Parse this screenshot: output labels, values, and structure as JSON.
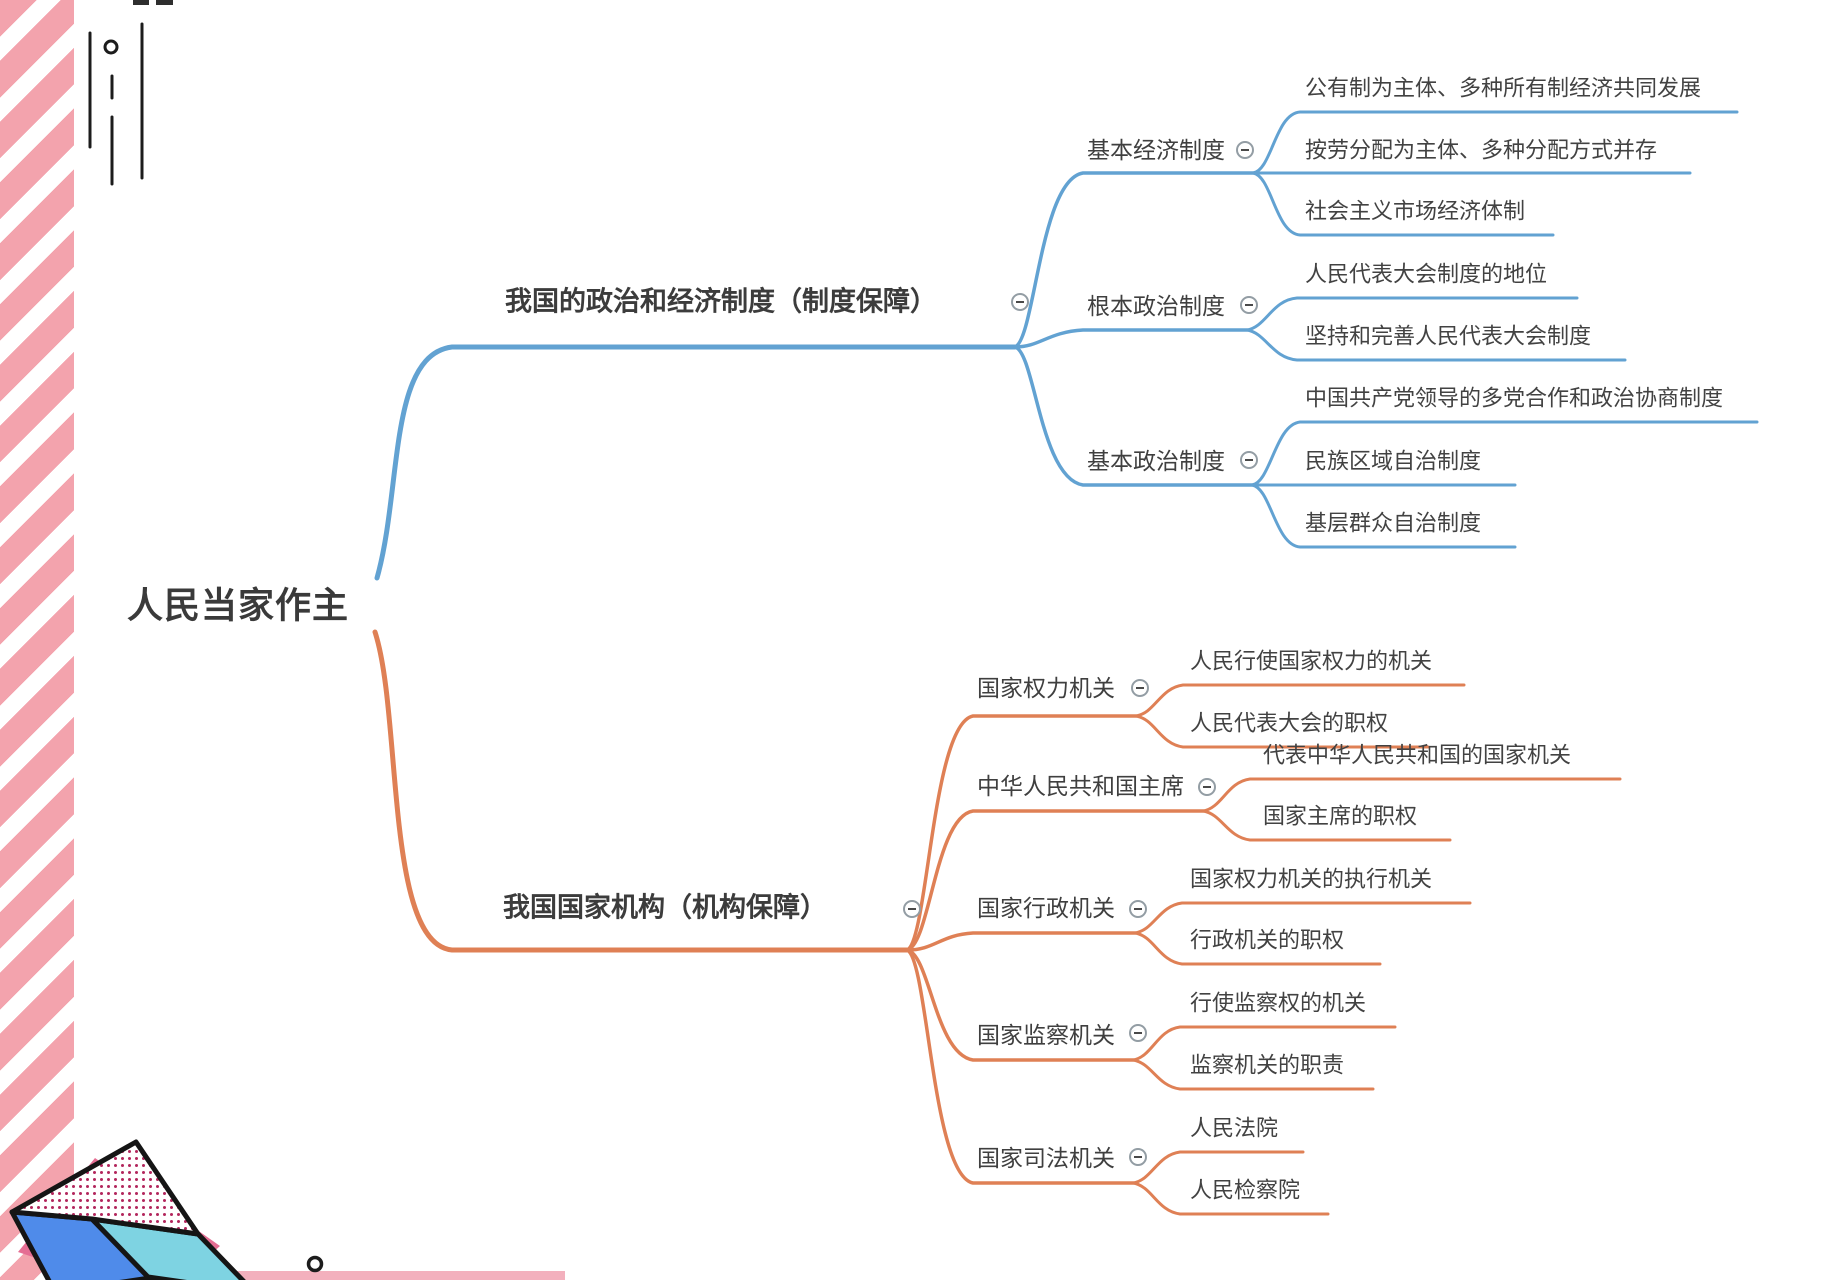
{
  "mindmap": {
    "root": {
      "label": "人民当家作主"
    },
    "branches": [
      {
        "label": "我国的政治和经济制度（制度保障）",
        "color": "#62a2d2",
        "children": [
          {
            "label": "基本经济制度",
            "leaves": [
              "公有制为主体、多种所有制经济共同发展",
              "按劳分配为主体、多种分配方式并存",
              "社会主义市场经济体制"
            ]
          },
          {
            "label": "根本政治制度",
            "leaves": [
              "人民代表大会制度的地位",
              "坚持和完善人民代表大会制度"
            ]
          },
          {
            "label": "基本政治制度",
            "leaves": [
              "中国共产党领导的多党合作和政治协商制度",
              "民族区域自治制度",
              "基层群众自治制度"
            ]
          }
        ]
      },
      {
        "label": "我国国家机构（机构保障）",
        "color": "#df8055",
        "children": [
          {
            "label": "国家权力机关",
            "leaves": [
              "人民行使国家权力的机关",
              "人民代表大会的职权"
            ]
          },
          {
            "label": "中华人民共和国主席",
            "leaves": [
              "代表中华人民共和国的国家机关",
              "国家主席的职权"
            ]
          },
          {
            "label": "国家行政机关",
            "leaves": [
              "国家权力机关的执行机关",
              "行政机关的职权"
            ]
          },
          {
            "label": "国家监察机关",
            "leaves": [
              "行使监察权的机关",
              "监察机关的职责"
            ]
          },
          {
            "label": "国家司法机关",
            "leaves": [
              "人民法院",
              "人民检察院"
            ]
          }
        ]
      }
    ],
    "icons": {
      "collapse": "minus-circle-icon"
    },
    "colors": {
      "branch_blue": "#62a2d2",
      "branch_orange": "#df8055",
      "text": "#3d3d3d",
      "stripe_pink": "#f3a3ad",
      "cube_left_blue": "#4f8bea",
      "cube_right_cyan": "#7ed3e2",
      "cube_shadow_pink": "#e56e93",
      "cube_dot_red": "#b3265c"
    }
  }
}
